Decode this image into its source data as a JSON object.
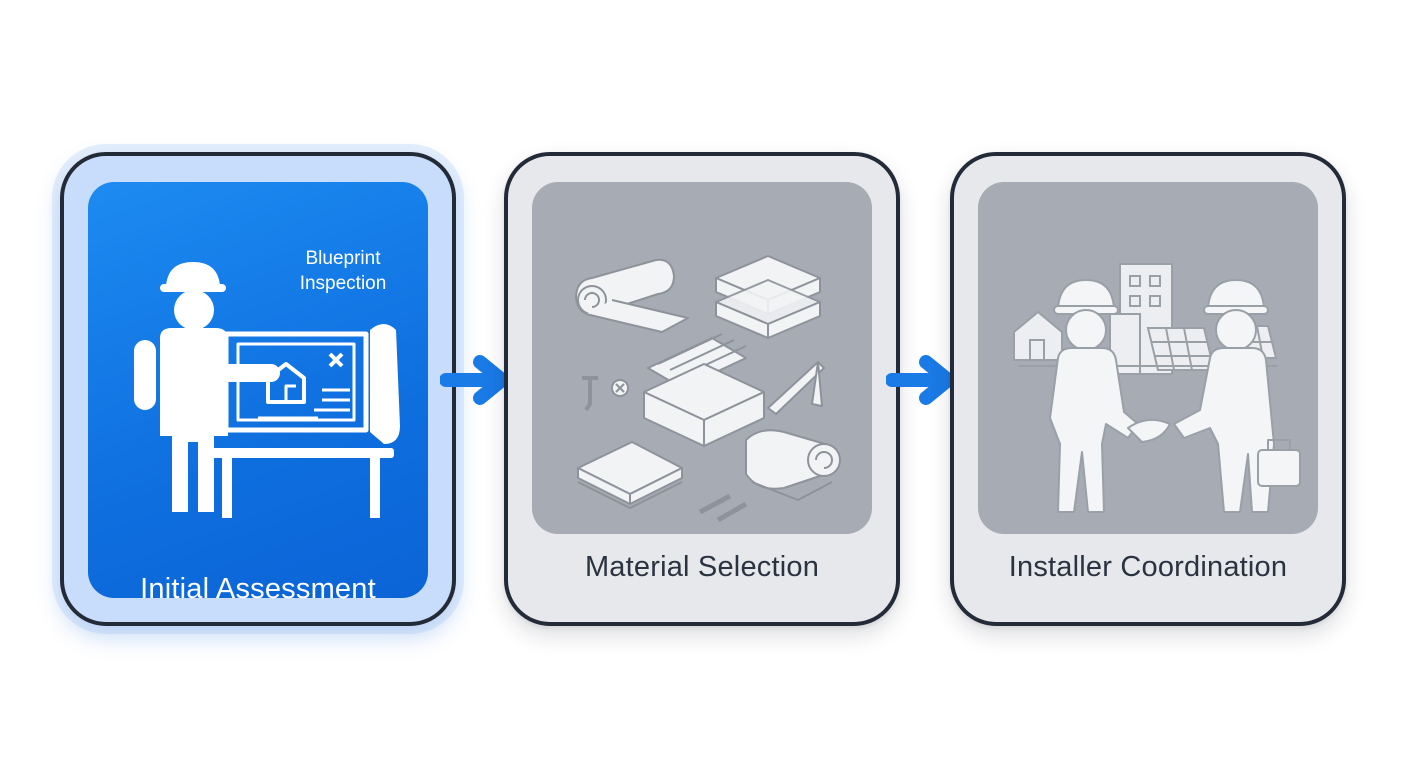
{
  "steps": [
    {
      "label": "Initial Assessment",
      "note": "Blueprint Inspection",
      "icon": "blueprint-inspector-icon",
      "active": true
    },
    {
      "label": "Material Selection",
      "icon": "building-materials-icon",
      "active": false
    },
    {
      "label": "Installer Coordination",
      "icon": "installer-handshake-icon",
      "active": false
    }
  ],
  "colors": {
    "active_fill": "#1479e8",
    "inactive_fill": "#a7abb3",
    "card_border": "#232b38",
    "arrow": "#1a7ae6"
  }
}
